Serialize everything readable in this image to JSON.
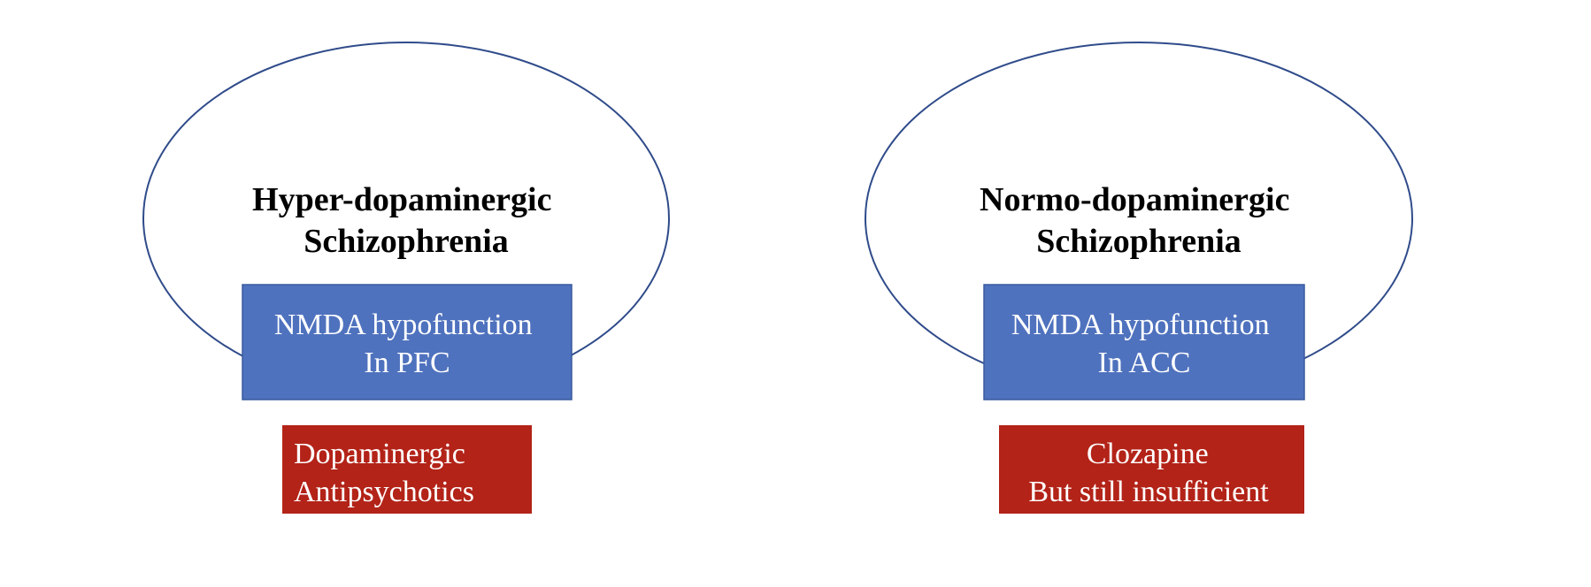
{
  "colors": {
    "ellipse_stroke": "#2f4b8a",
    "mechanism_fill": "#4f72be",
    "mechanism_stroke": "#3a5a9e",
    "treatment_fill": "#b32318"
  },
  "panels": [
    {
      "title_lines": [
        "Hyper-dopaminergic",
        "Schizophrenia"
      ],
      "mechanism_lines": [
        "NMDA hypofunction",
        "In PFC"
      ],
      "treatment_lines": [
        "Dopaminergic",
        "Antipsychotics"
      ]
    },
    {
      "title_lines": [
        "Normo-dopaminergic",
        "Schizophrenia"
      ],
      "mechanism_lines": [
        "NMDA hypofunction",
        "In ACC"
      ],
      "treatment_lines": [
        "Clozapine",
        "But still insufficient"
      ]
    }
  ]
}
